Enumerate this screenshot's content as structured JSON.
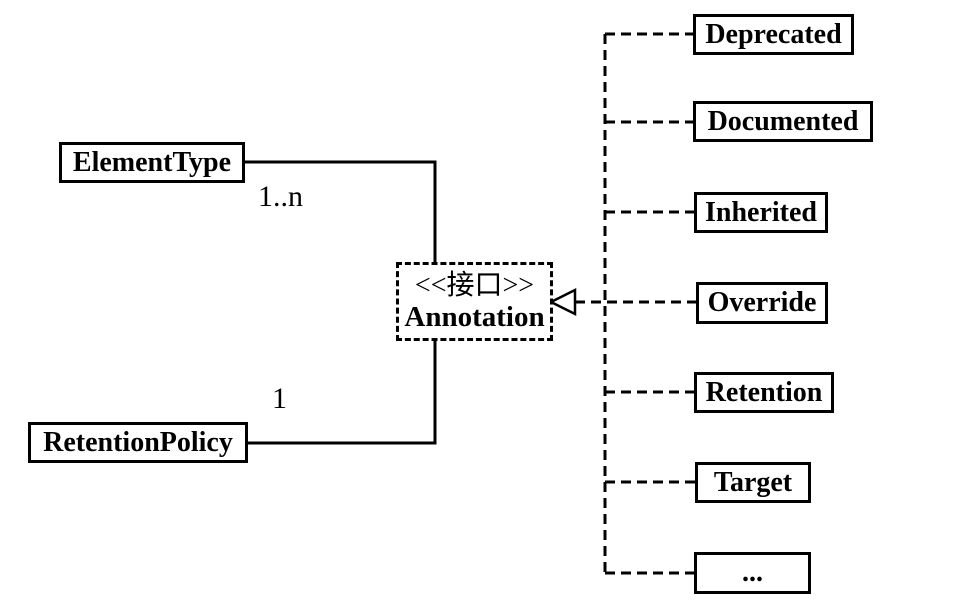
{
  "diagram": {
    "colors": {
      "background": "#ffffff",
      "line": "#000000",
      "box_fill": "#ffffff"
    },
    "interface_box": {
      "stereotype": "<<接口>>",
      "name": "Annotation"
    },
    "associations": [
      {
        "class": "ElementType",
        "multiplicity": "1..n"
      },
      {
        "class": "RetentionPolicy",
        "multiplicity": "1"
      }
    ],
    "implementations": [
      {
        "label": "Deprecated"
      },
      {
        "label": "Documented"
      },
      {
        "label": "Inherited"
      },
      {
        "label": "Override"
      },
      {
        "label": "Retention"
      },
      {
        "label": "Target"
      },
      {
        "label": "..."
      }
    ]
  }
}
